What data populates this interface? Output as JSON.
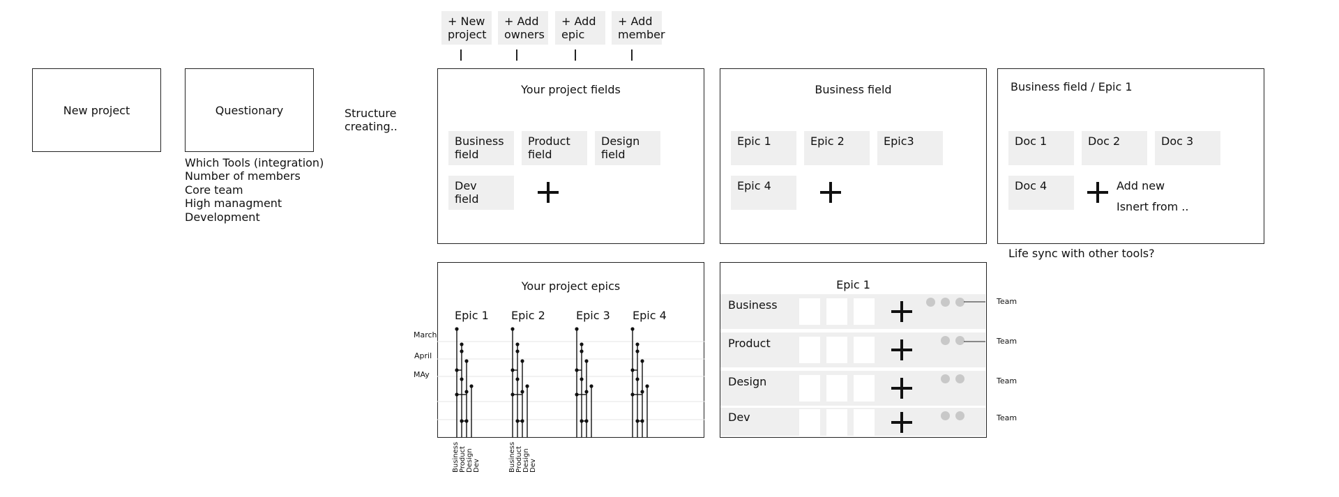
{
  "top_buttons": [
    {
      "line1": "+ New",
      "line2": "project"
    },
    {
      "line1": "+ Add",
      "line2": "owners"
    },
    {
      "line1": "+ Add",
      "line2": "epic"
    },
    {
      "line1": "+ Add",
      "line2": "member"
    }
  ],
  "flow": {
    "new_project": "New project",
    "questionary": "Questionary",
    "questionary_items": [
      "Which Tools (integration)",
      "Number of members",
      "Core team",
      "High managment",
      "Development"
    ],
    "structure_line1": "Structure",
    "structure_line2": "creating.."
  },
  "project_fields": {
    "title": "Your project fields",
    "tiles": [
      {
        "line1": "Business",
        "line2": "field"
      },
      {
        "line1": "Product",
        "line2": "field"
      },
      {
        "line1": "Design",
        "line2": "field"
      },
      {
        "line1": "Dev",
        "line2": "field"
      }
    ]
  },
  "business_field": {
    "title": "Business field",
    "tiles": [
      "Epic 1",
      "Epic 2",
      "Epic3",
      "Epic 4"
    ]
  },
  "epic_docs": {
    "title": "Business field / Epic 1",
    "tiles": [
      "Doc 1",
      "Doc 2",
      "Doc 3",
      "Doc 4"
    ],
    "add_new": "Add new",
    "insert_from": "Isnert from ..",
    "footer": "Life sync with other tools?"
  },
  "project_epics": {
    "title": "Your project epics",
    "epics": [
      "Epic 1",
      "Epic 2",
      "Epic 3",
      "Epic 4"
    ],
    "months": [
      "March",
      "April",
      "MAy"
    ],
    "field_labels": [
      "Business",
      "Product",
      "Design",
      "Dev"
    ]
  },
  "epic_team": {
    "title": "Epic 1",
    "rows": [
      {
        "label": "Business",
        "team": "Team",
        "members": 3
      },
      {
        "label": "Product",
        "team": "Team",
        "members": 2
      },
      {
        "label": "Design",
        "team": "Team",
        "members": 2
      },
      {
        "label": "Dev",
        "team": "Team",
        "members": 2
      }
    ]
  },
  "colors": {
    "tile": "#efefef",
    "border": "#222222",
    "member_dot": "#c8c8c8"
  }
}
